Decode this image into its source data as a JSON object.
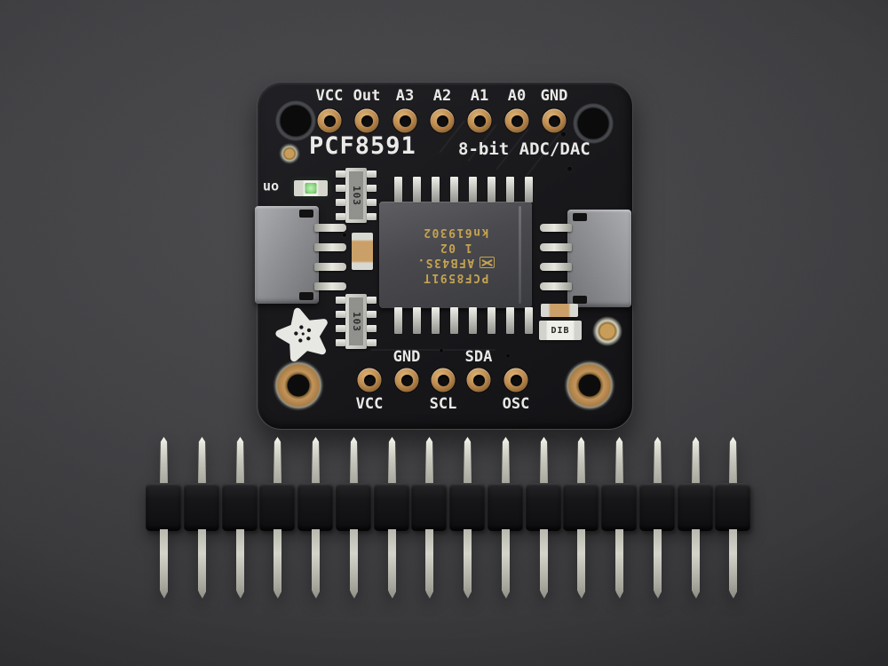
{
  "board": {
    "title": "PCF8591",
    "subtitle": "8-bit ADC/DAC",
    "top_pins": [
      "VCC",
      "Out",
      "A3",
      "A2",
      "A1",
      "A0",
      "GND"
    ],
    "bottom_pins": [
      {
        "label": "VCC",
        "row": "below"
      },
      {
        "label": "GND",
        "row": "above"
      },
      {
        "label": "SCL",
        "row": "below"
      },
      {
        "label": "SDA",
        "row": "above"
      },
      {
        "label": "OSC",
        "row": "below"
      }
    ],
    "led_label": "on",
    "resistor_arrays": [
      "103",
      "103"
    ],
    "smd_marking": "DIB",
    "chip": {
      "pins_per_side": 8,
      "line1": "PCF8591T",
      "line2": "AFB43S.",
      "line3": "1  02",
      "line4": "kn619302",
      "logo": "NXP"
    }
  },
  "header_strip": {
    "pin_count": 16
  },
  "colors": {
    "background": "#3e3e41",
    "board": "#141417",
    "copper": "#bd8a50",
    "silkscreen": "#e8e8e6",
    "chip_text_gold": "#c4a14e",
    "led_green": "#84d47c"
  }
}
